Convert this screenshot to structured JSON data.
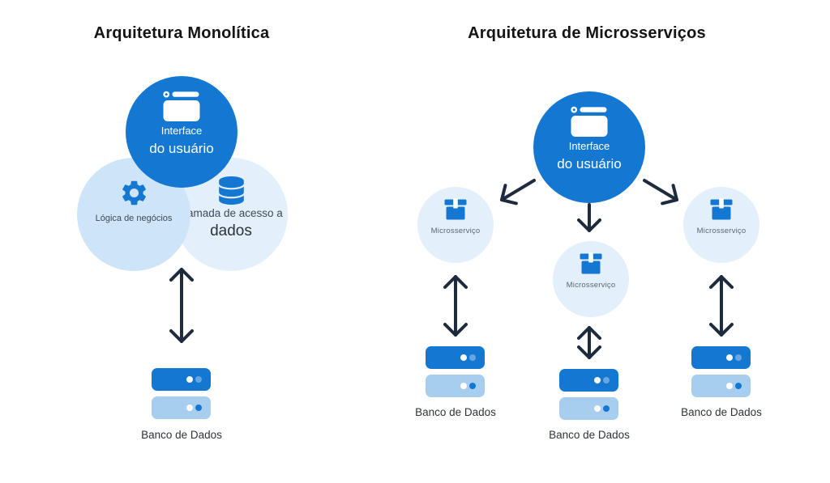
{
  "colors": {
    "primary_blue": "#1478D3",
    "business_circle_bg": "#CEE4F9",
    "soft_circle_bg": "#E4EFFC",
    "db_bar_light": "#A8CEEF",
    "dot_light": "#66A7E3",
    "arrow_navy": "#1D2B3D",
    "title_text": "#141414",
    "label_dark": "#2E3338",
    "label_medium": "#3E4A56",
    "label_soft": "#5C6774"
  },
  "left_panel": {
    "title": "Arquitetura Monolítica",
    "ui_circle": {
      "icon": "browser-window-icon",
      "line1": "Interface",
      "line2": "do usuário"
    },
    "business_circle": {
      "icon": "gear-icon",
      "label": "Lógica de negócios"
    },
    "data_circle": {
      "icon": "database-icon",
      "line1": "Camada de acesso a",
      "line2": "dados"
    },
    "database_label": "Banco de Dados"
  },
  "right_panel": {
    "title": "Arquitetura de Microsserviços",
    "ui_circle": {
      "icon": "browser-window-icon",
      "line1": "Interface",
      "line2": "do usuário"
    },
    "microservices": [
      {
        "icon": "box-icon",
        "label": "Microsserviço",
        "database_label": "Banco de Dados"
      },
      {
        "icon": "box-icon",
        "label": "Microsserviço",
        "database_label": "Banco de Dados"
      },
      {
        "icon": "box-icon",
        "label": "Microsserviço",
        "database_label": "Banco de Dados"
      }
    ]
  }
}
